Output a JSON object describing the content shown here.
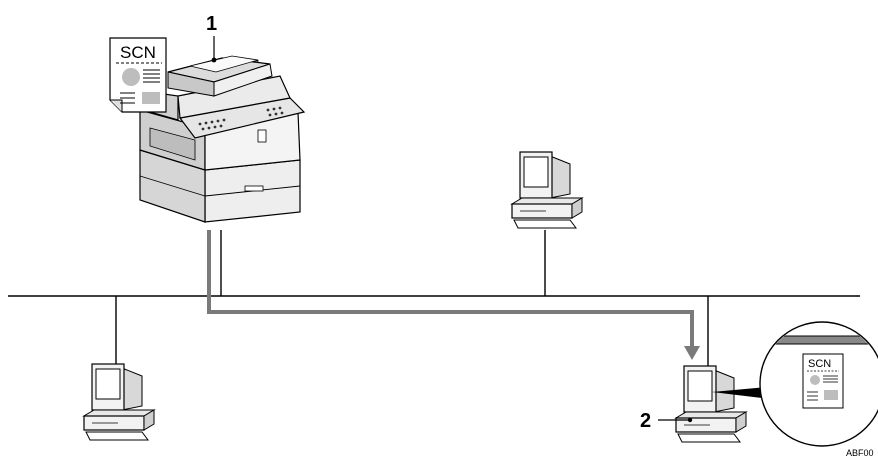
{
  "callouts": {
    "mfp": "1",
    "pc": "2"
  },
  "scan_doc_label": "SCN",
  "zoom_doc_label": "SCN",
  "figure_code": "ABF00"
}
